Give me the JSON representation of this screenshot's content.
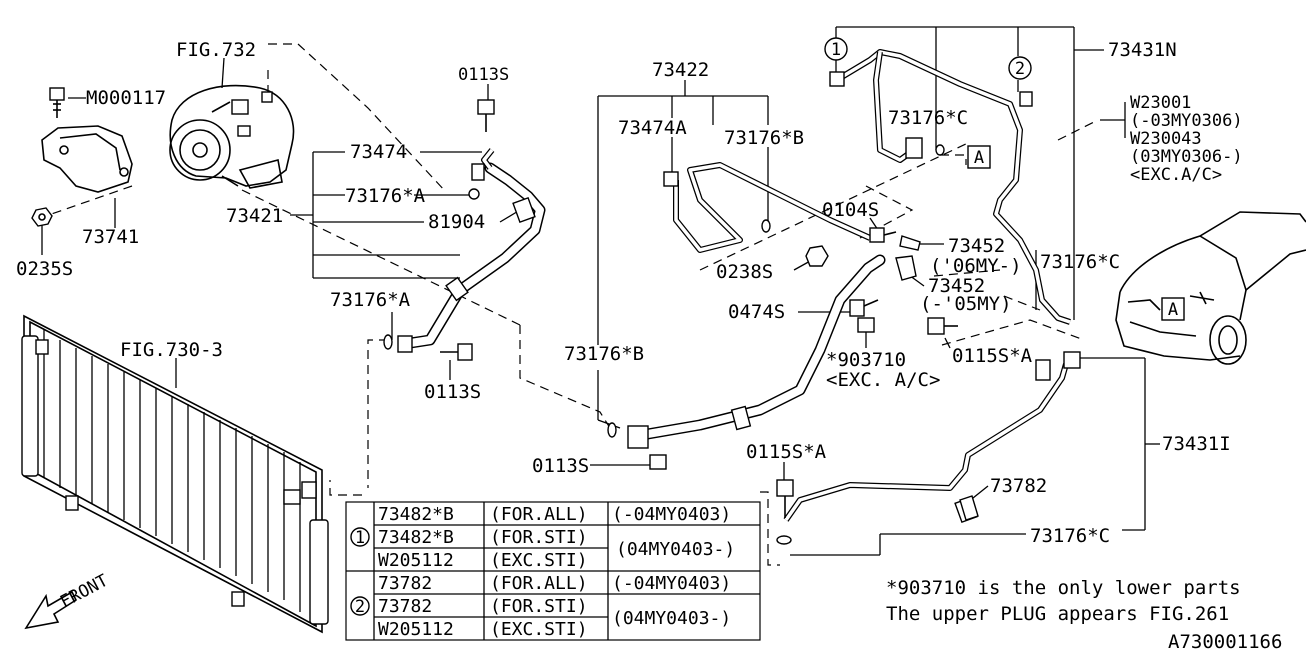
{
  "drawing_id": "A730001166",
  "labels": {
    "fig732": "FIG.732",
    "m000117": "M000117",
    "l73741": "73741",
    "l0235s": "0235S",
    "l0113s_top": "0113S",
    "l73474": "73474",
    "l73176a_1": "73176*A",
    "l73421": "73421",
    "l81904": "81904",
    "l73176a_2": "73176*A",
    "l0113s_mid": "0113S",
    "fig730": "FIG.730-3",
    "l73422": "73422",
    "l73474a": "73474A",
    "l73176b_1": "73176*B",
    "l0104s": "0104S",
    "l0238s": "0238S",
    "l73176b_2": "73176*B",
    "l0113s_low": "0113S",
    "l73452_1": "73452",
    "l73452_1_note": "('06MY-)",
    "l73452_2": "73452",
    "l73452_2_note": "(-'05MY)",
    "l0474s": "0474S",
    "l903710": "*903710",
    "l903710_note": "<EXC. A/C>",
    "l0115sa_1": "0115S*A",
    "l0115sa_2": "0115S*A",
    "l73176c_1": "73176*C",
    "l73176c_2": "73176*C",
    "l73176c_3": "73176*C",
    "l73431n": "73431N",
    "w23001": "W23001",
    "w23001_note": "(-03MY0306)",
    "w230043": "W230043",
    "w230043_note": "(03MY0306-)",
    "exc_ac": "<EXC.A/C>",
    "l73431i": "73431I",
    "l73782": "73782",
    "callout1": "1",
    "callout2": "2",
    "box_a": "A",
    "front": "FRONT"
  },
  "table": {
    "groups": [
      {
        "marker": "1",
        "rows": [
          {
            "part": "73482*B",
            "cond": "(FOR.ALL)",
            "period": "(-04MY0403)"
          },
          {
            "part": "73482*B",
            "cond": "(FOR.STI)",
            "period": "(04MY0403-)"
          },
          {
            "part": "W205112",
            "cond": "(EXC.STI)",
            "period": ""
          }
        ]
      },
      {
        "marker": "2",
        "rows": [
          {
            "part": "73782",
            "cond": "(FOR.ALL)",
            "period": "(-04MY0403)"
          },
          {
            "part": "73782",
            "cond": "(FOR.STI)",
            "period": "(04MY0403-)"
          },
          {
            "part": "W205112",
            "cond": "(EXC.STI)",
            "period": ""
          }
        ]
      }
    ]
  },
  "notes": {
    "line1": "*903710 is the only lower parts",
    "line2": "The upper PLUG appears FIG.261"
  }
}
